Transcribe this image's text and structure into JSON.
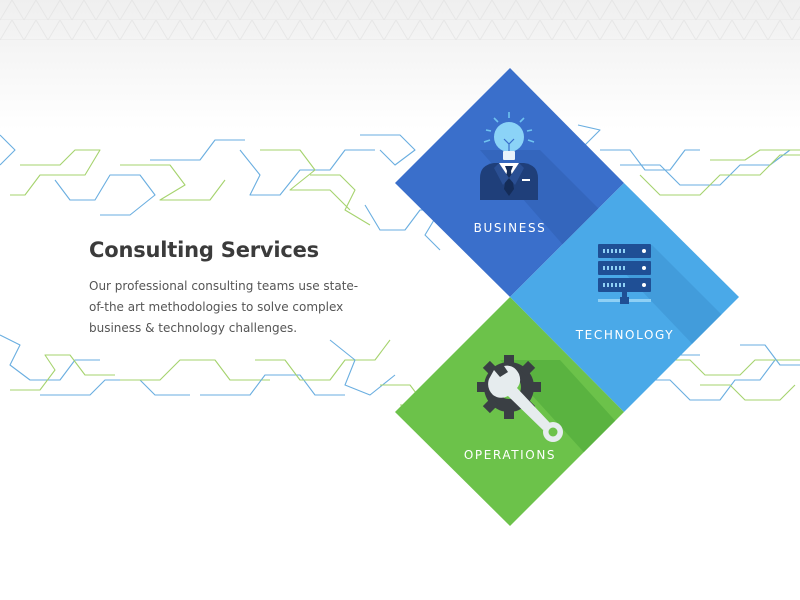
{
  "section": {
    "title": "Consulting Services",
    "description": "Our professional consulting teams use state-of-the art methodologies to solve complex business & technology challenges."
  },
  "tiles": [
    {
      "label": "BUSINESS",
      "color": "#3a6fcb",
      "icon": "businessman-lightbulb-icon"
    },
    {
      "label": "TECHNOLOGY",
      "color": "#4aa9e8",
      "icon": "server-rack-icon"
    },
    {
      "label": "OPERATIONS",
      "color": "#6cc24a",
      "icon": "gear-wrench-icon"
    }
  ],
  "colors": {
    "heading": "#3b3b3b",
    "body_text": "#555555",
    "line_blue": "#6aaee0",
    "line_green": "#a6d36e"
  }
}
